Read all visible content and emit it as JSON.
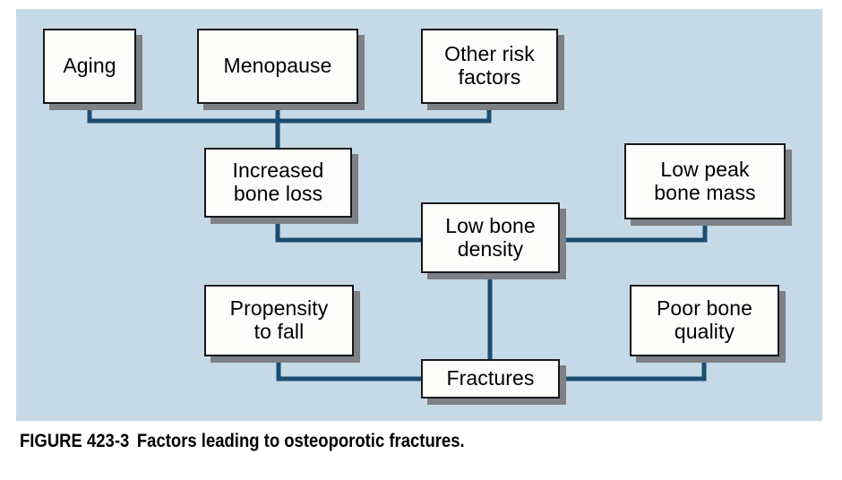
{
  "figure": {
    "panel_color": "#c6d9e6",
    "connector_color": "#1a4d70",
    "box_fill": "#fdfdfb",
    "box_border": "#17181a",
    "shadow_color": "#7d8084",
    "caption_label": "FIGURE 423-3",
    "caption_text": "Factors leading to osteoporotic fractures."
  },
  "nodes": [
    {
      "id": "aging",
      "label": "Aging"
    },
    {
      "id": "menopause",
      "label": "Menopause"
    },
    {
      "id": "other-risk",
      "line1": "Other risk",
      "line2": "factors"
    },
    {
      "id": "increased-loss",
      "line1": "Increased",
      "line2": "bone loss"
    },
    {
      "id": "low-peak-mass",
      "line1": "Low peak",
      "line2": "bone mass"
    },
    {
      "id": "low-bone-density",
      "line1": "Low bone",
      "line2": "density"
    },
    {
      "id": "propensity-fall",
      "line1": "Propensity",
      "line2": "to fall"
    },
    {
      "id": "poor-quality",
      "line1": "Poor bone",
      "line2": "quality"
    },
    {
      "id": "fractures",
      "label": "Fractures"
    }
  ],
  "edges": [
    {
      "from": "aging",
      "to": "bus-top"
    },
    {
      "from": "menopause",
      "to": "increased-bone-loss"
    },
    {
      "from": "other-risk",
      "to": "bus-top"
    },
    {
      "from": "increased-loss",
      "to": "low-bone-density"
    },
    {
      "from": "low-peak-mass",
      "to": "low-bone-density"
    },
    {
      "from": "low-bone-density",
      "to": "fractures"
    },
    {
      "from": "propensity-fall",
      "to": "fractures"
    },
    {
      "from": "poor-quality",
      "to": "fractures"
    }
  ]
}
